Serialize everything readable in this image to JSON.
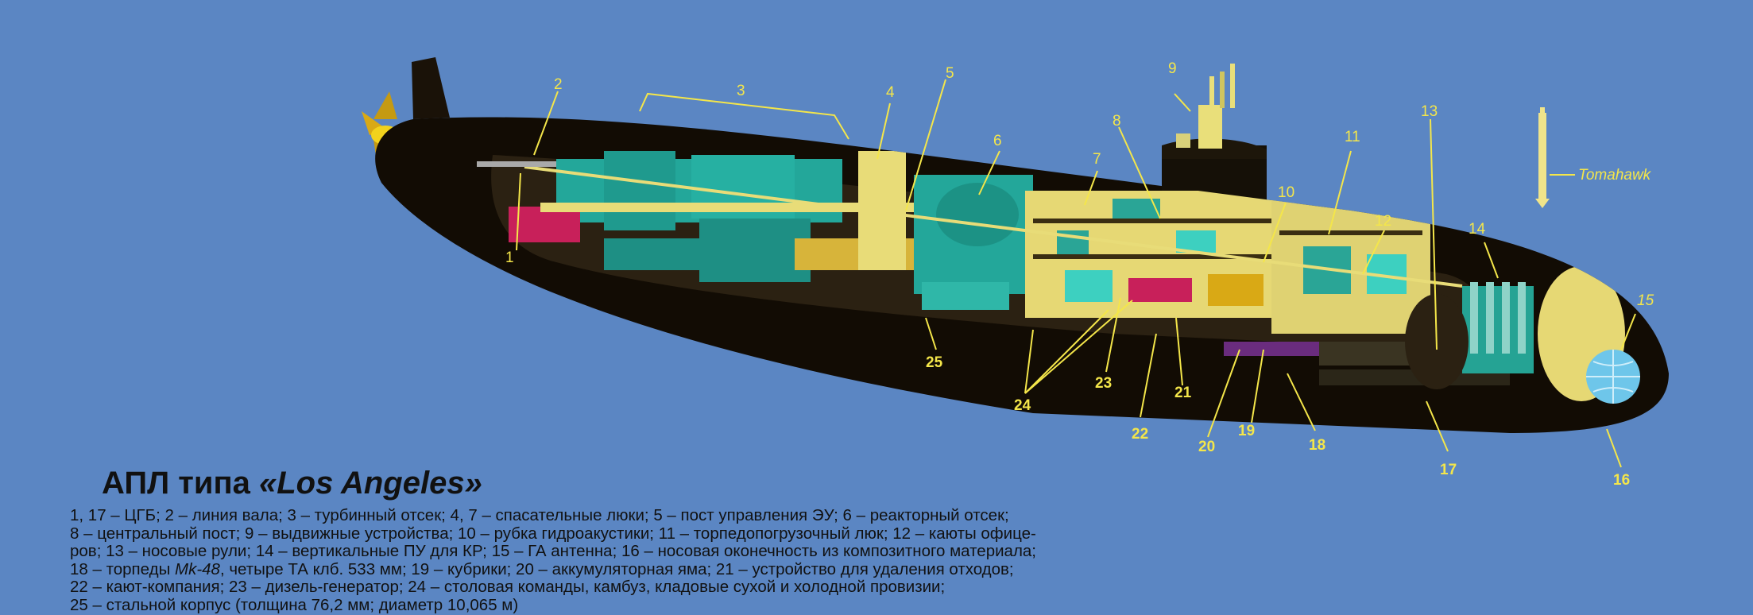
{
  "title": {
    "prefix": "АПЛ типа ",
    "name": "«Los Angeles»"
  },
  "legend": {
    "line1": "1, 17 – ЦГБ; 2 – линия вала; 3 – турбинный отсек; 4, 7 – спасательные люки; 5 – пост управления ЭУ; 6 – реакторный отсек;",
    "line2": "8 – центральный пост; 9 – выдвижные устройства; 10 – рубка гидроакустики; 11 – торпедопогрузочный люк; 12 – каюты офице-",
    "line3": "ров; 13 – носовые рули; 14 – вертикальные ПУ для КР; 15 – ГА антенна; 16 – носовая оконечность из композитного материала;",
    "line4_a": "18 – торпеды ",
    "line4_it": "Mk-48",
    "line4_b": ", четыре ТА клб. 533 мм; 19 – кубрики; 20 – аккумуляторная яма; 21 – устройство для удаления отходов;",
    "line5": "22 – кают-компания; 23 – дизель-генератор; 24 – столовая команды, камбуз, кладовые сухой и холодной провизии;",
    "line6": "25 – стальной корпус (толщина 76,2 мм; диаметр 10,065 м)"
  },
  "labels": {
    "n1": "1",
    "n2": "2",
    "n3": "3",
    "n4": "4",
    "n5": "5",
    "n6": "6",
    "n7": "7",
    "n8": "8",
    "n9": "9",
    "n10": "10",
    "n11": "11",
    "n12": "12",
    "n13": "13",
    "n14": "14",
    "n15": "15",
    "n16": "16",
    "n17": "17",
    "n18": "18",
    "n19": "19",
    "n20": "20",
    "n21": "21",
    "n22": "22",
    "n23": "23",
    "n24": "24",
    "n25": "25",
    "tomahawk": "Tomahawk"
  },
  "colors": {
    "background": "#5b86c3",
    "hull": "#120c04",
    "label": "#f4e64a",
    "machinery": "#2aa596",
    "deck": "#e8dc78",
    "accent": "#d62a5a"
  }
}
